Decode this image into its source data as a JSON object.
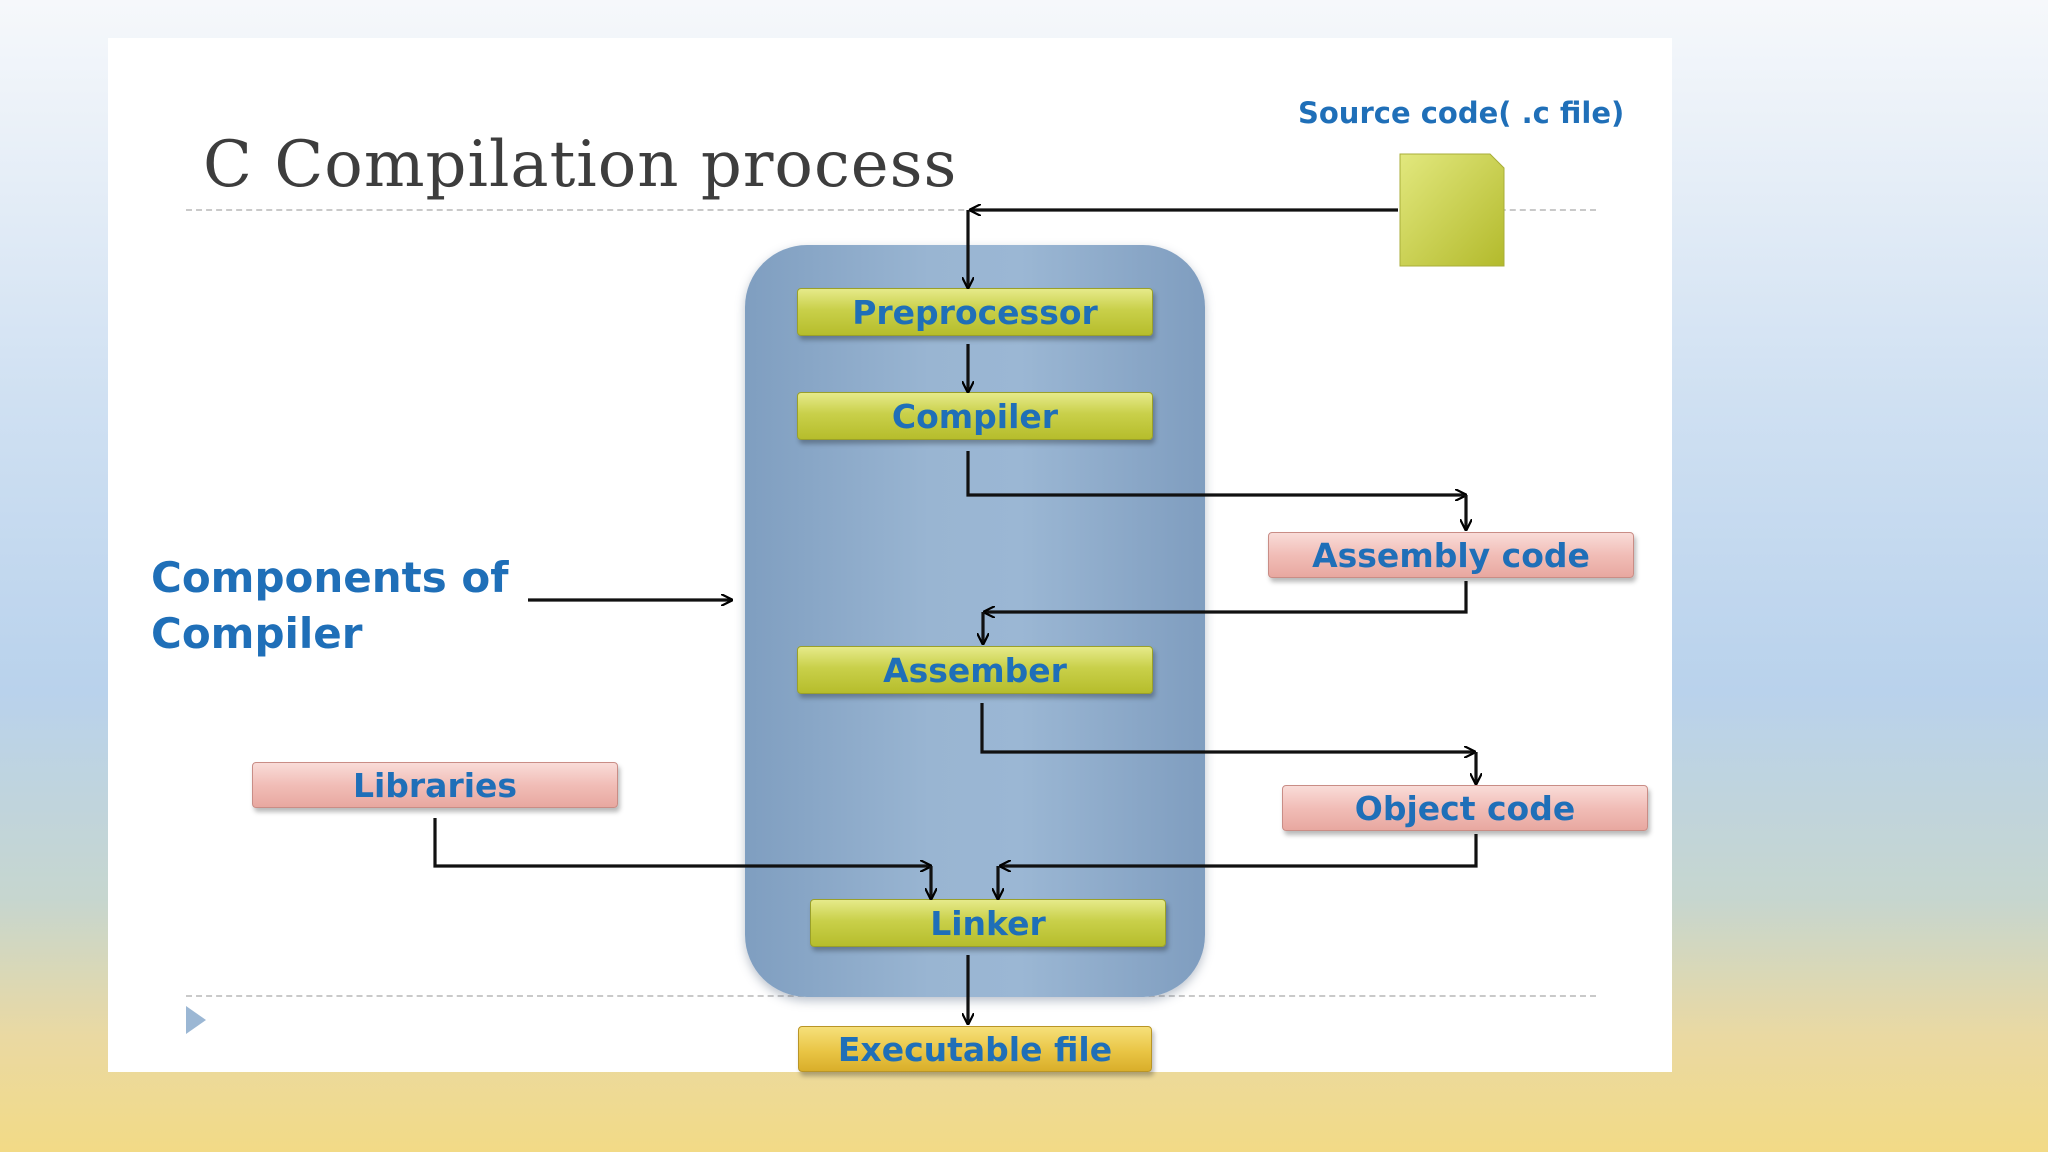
{
  "slide": {
    "title": "C Compilation process",
    "source_label": "Source code( .c file)",
    "components_label_line1": "Components of",
    "components_label_line2": "Compiler"
  },
  "stages": {
    "preprocessor": "Preprocessor",
    "compiler": "Compiler",
    "assembler": "Assember",
    "linker": "Linker"
  },
  "outputs": {
    "assembly": "Assembly code",
    "object": "Object code",
    "libraries": "Libraries",
    "executable": "Executable file"
  },
  "colors": {
    "text_blue": "#1f6fb8",
    "stage_fill": "#c9d04a",
    "output_fill": "#f1bdb7",
    "executable_fill": "#e9c545",
    "panel": "#99b5d2"
  }
}
